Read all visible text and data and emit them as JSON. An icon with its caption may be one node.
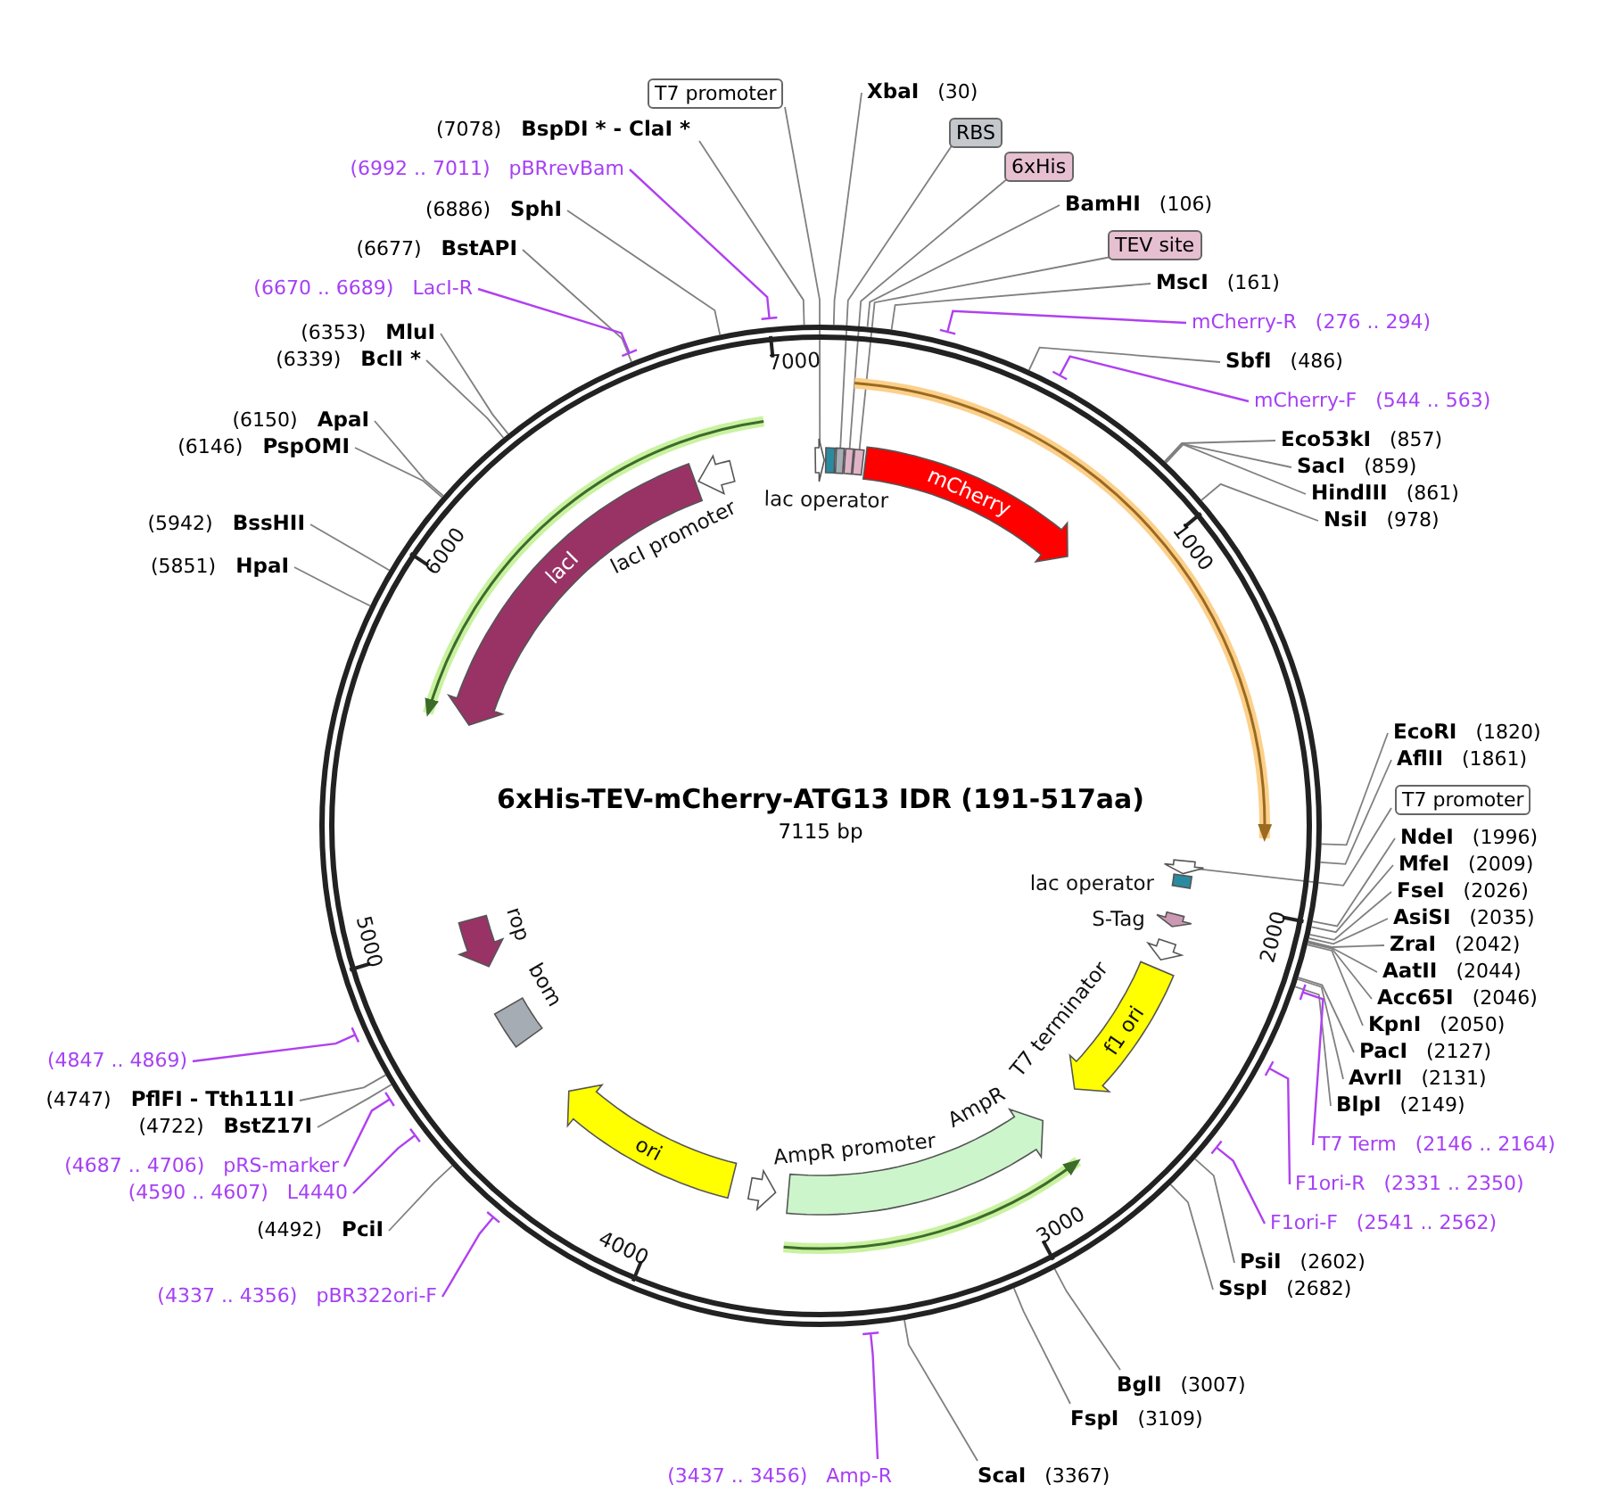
{
  "diagram": {
    "title": "6xHis-TEV-mCherry-ATG13 IDR (191-517aa)",
    "nodes": [
      {
        "text": [
          "T7 promoter"
        ]
      },
      {
        "text": [
          "(7078)",
          "BspDI * - ClaI *"
        ]
      },
      {
        "text": [
          "(6992 .. 7011)",
          "pBRrevBam"
        ]
      },
      {
        "text": [
          "(6886)",
          "SphI"
        ]
      },
      {
        "text": [
          "(6677)",
          "BstAPI"
        ]
      },
      {
        "text": [
          "(6670 .. 6689)",
          "LacI-R"
        ]
      },
      {
        "text": [
          "(6353)",
          "MluI"
        ]
      },
      {
        "text": [
          "(6339)",
          "BclI *"
        ]
      },
      {
        "text": [
          "(6150)",
          "ApaI"
        ]
      },
      {
        "text": [
          "(6146)",
          "PspOMI"
        ]
      },
      {
        "text": [
          "(5942)",
          "BssHII"
        ]
      },
      {
        "text": [
          "(5851)",
          "HpaI"
        ]
      },
      {
        "text": [
          "XbaI",
          "(30)"
        ]
      },
      {
        "text": [
          "RBS"
        ]
      },
      {
        "text": [
          "6xHis"
        ]
      },
      {
        "text": [
          "BamHI",
          "(106)"
        ]
      },
      {
        "text": [
          "TEV site"
        ]
      },
      {
        "text": [
          "MscI",
          "(161)"
        ]
      },
      {
        "text": [
          "mCherry-R",
          "(276 .. 294)"
        ]
      },
      {
        "text": [
          "SbfI",
          "(486)"
        ]
      },
      {
        "text": [
          "mCherry-F",
          "(544 .. 563)"
        ]
      },
      {
        "text": [
          "Eco53kI",
          "(857)"
        ]
      },
      {
        "text": [
          "SacI",
          "(859)"
        ]
      },
      {
        "text": [
          "HindIII",
          "(861)"
        ]
      },
      {
        "text": [
          "NsiI",
          "(978)"
        ]
      },
      {
        "text": [
          "EcoRI",
          "(1820)"
        ]
      },
      {
        "text": [
          "AflII",
          "(1861)"
        ]
      },
      {
        "text": [
          "T7 promoter"
        ]
      },
      {
        "text": [
          "NdeI",
          "(1996)"
        ]
      },
      {
        "text": [
          "MfeI",
          "(2009)"
        ]
      },
      {
        "text": [
          "FseI",
          "(2026)"
        ]
      },
      {
        "text": [
          "AsiSI",
          "(2035)"
        ]
      },
      {
        "text": [
          "ZraI",
          "(2042)"
        ]
      },
      {
        "text": [
          "AatII",
          "(2044)"
        ]
      },
      {
        "text": [
          "Acc65I",
          "(2046)"
        ]
      },
      {
        "text": [
          "KpnI",
          "(2050)"
        ]
      },
      {
        "text": [
          "PacI",
          "(2127)"
        ]
      },
      {
        "text": [
          "AvrII",
          "(2131)"
        ]
      },
      {
        "text": [
          "BlpI",
          "(2149)"
        ]
      },
      {
        "text": [
          "T7 Term",
          "(2146 .. 2164)"
        ]
      },
      {
        "text": [
          "F1ori-R",
          "(2331 .. 2350)"
        ]
      },
      {
        "text": [
          "F1ori-F",
          "(2541 .. 2562)"
        ]
      },
      {
        "text": [
          "PsiI",
          "(2602)"
        ]
      },
      {
        "text": [
          "SspI",
          "(2682)"
        ]
      },
      {
        "text": [
          "BglI",
          "(3007)"
        ]
      },
      {
        "text": [
          "FspI",
          "(3109)"
        ]
      },
      {
        "text": [
          "ScaI",
          "(3367)"
        ]
      },
      {
        "text": [
          "(3437 .. 3456)",
          "Amp-R"
        ]
      },
      {
        "text": [
          "(4337 .. 4356)",
          "pBR322ori-F"
        ]
      },
      {
        "text": [
          "(4492)",
          "PciI"
        ]
      },
      {
        "text": [
          "(4590 .. 4607)",
          "L4440"
        ]
      },
      {
        "text": [
          "(4687 .. 4706)",
          "pRS-marker"
        ]
      },
      {
        "text": [
          "(4722)",
          "BstZ17I"
        ]
      },
      {
        "text": [
          "(4747)",
          "PflFI - Tth111I"
        ]
      },
      {
        "text": [
          "(4847 .. 4869)"
        ]
      },
      {
        "text": [],
        "shape": "arrow"
      },
      {
        "text": [
          "lac operator"
        ]
      },
      {
        "text": [],
        "shape": "box"
      },
      {
        "text": [],
        "shape": "box"
      },
      {
        "text": [],
        "shape": "box"
      },
      {
        "text": [
          "mCherry"
        ]
      },
      {
        "text": [
          "lacI"
        ]
      },
      {
        "text": [
          "lacI promoter"
        ]
      },
      {
        "text": [],
        "shape": "arrow"
      },
      {
        "text": [
          "lac operator"
        ]
      },
      {
        "text": [
          "S-Tag"
        ]
      },
      {
        "text": [
          "T7 terminator"
        ]
      },
      {
        "text": [
          "f1 ori"
        ]
      },
      {
        "text": [
          "AmpR"
        ]
      },
      {
        "text": [
          "AmpR promoter"
        ]
      },
      {
        "text": [
          "ori"
        ]
      },
      {
        "text": [
          "bom"
        ]
      },
      {
        "text": [
          "rop"
        ]
      }
    ],
    "edges": [
      {
        "from": 0,
        "to": 55,
        "arrow": "none"
      },
      {
        "from": 1,
        "to": null,
        "arrow": "none"
      },
      {
        "from": 2,
        "to": null,
        "arrow": "none",
        "color": "#b040f0"
      },
      {
        "from": 3,
        "to": null,
        "arrow": "none"
      },
      {
        "from": 4,
        "to": null,
        "arrow": "none"
      },
      {
        "from": 5,
        "to": null,
        "arrow": "none",
        "color": "#b040f0"
      },
      {
        "from": 6,
        "to": null,
        "arrow": "none"
      },
      {
        "from": 7,
        "to": null,
        "arrow": "none"
      },
      {
        "from": 8,
        "to": null,
        "arrow": "none"
      },
      {
        "from": 9,
        "to": null,
        "arrow": "none"
      },
      {
        "from": 10,
        "to": null,
        "arrow": "none"
      },
      {
        "from": 11,
        "to": null,
        "arrow": "none"
      },
      {
        "from": 12,
        "to": null,
        "arrow": "none"
      },
      {
        "from": 13,
        "to": 57,
        "arrow": "none"
      },
      {
        "from": 14,
        "to": 58,
        "arrow": "none"
      },
      {
        "from": 15,
        "to": null,
        "arrow": "none"
      },
      {
        "from": 16,
        "to": 59,
        "arrow": "none"
      },
      {
        "from": 17,
        "to": null,
        "arrow": "none"
      },
      {
        "from": 18,
        "to": null,
        "arrow": "none",
        "color": "#b040f0"
      },
      {
        "from": 19,
        "to": null,
        "arrow": "none"
      },
      {
        "from": 20,
        "to": null,
        "arrow": "none",
        "color": "#b040f0"
      },
      {
        "from": 21,
        "to": null,
        "arrow": "none"
      },
      {
        "from": 22,
        "to": null,
        "arrow": "none"
      },
      {
        "from": 23,
        "to": null,
        "arrow": "none"
      },
      {
        "from": 24,
        "to": null,
        "arrow": "none"
      },
      {
        "from": 25,
        "to": null,
        "arrow": "none"
      },
      {
        "from": 26,
        "to": null,
        "arrow": "none"
      },
      {
        "from": 27,
        "to": 63,
        "arrow": "none"
      },
      {
        "from": 28,
        "to": null,
        "arrow": "none"
      },
      {
        "from": 29,
        "to": null,
        "arrow": "none"
      },
      {
        "from": 30,
        "to": null,
        "arrow": "none"
      },
      {
        "from": 31,
        "to": null,
        "arrow": "none"
      },
      {
        "from": 32,
        "to": null,
        "arrow": "none"
      },
      {
        "from": 33,
        "to": null,
        "arrow": "none"
      },
      {
        "from": 34,
        "to": null,
        "arrow": "none"
      },
      {
        "from": 35,
        "to": null,
        "arrow": "none"
      },
      {
        "from": 36,
        "to": null,
        "arrow": "none"
      },
      {
        "from": 37,
        "to": null,
        "arrow": "none"
      },
      {
        "from": 38,
        "to": null,
        "arrow": "none"
      },
      {
        "from": 39,
        "to": null,
        "arrow": "none",
        "color": "#b040f0"
      },
      {
        "from": 40,
        "to": null,
        "arrow": "none",
        "color": "#b040f0"
      },
      {
        "from": 41,
        "to": null,
        "arrow": "none",
        "color": "#b040f0"
      },
      {
        "from": 42,
        "to": null,
        "arrow": "none"
      },
      {
        "from": 43,
        "to": null,
        "arrow": "none"
      },
      {
        "from": 44,
        "to": null,
        "arrow": "none"
      },
      {
        "from": 45,
        "to": null,
        "arrow": "none"
      },
      {
        "from": 46,
        "to": null,
        "arrow": "none"
      },
      {
        "from": 47,
        "to": null,
        "arrow": "none",
        "color": "#b040f0"
      },
      {
        "from": 48,
        "to": null,
        "arrow": "none",
        "color": "#b040f0"
      },
      {
        "from": 49,
        "to": null,
        "arrow": "none"
      },
      {
        "from": 50,
        "to": null,
        "arrow": "none",
        "color": "#b040f0"
      },
      {
        "from": 51,
        "to": null,
        "arrow": "none",
        "color": "#b040f0"
      },
      {
        "from": 52,
        "to": null,
        "arrow": "none"
      },
      {
        "from": 53,
        "to": null,
        "arrow": "none"
      },
      {
        "from": 54,
        "to": null,
        "arrow": "none",
        "color": "#b040f0"
      }
    ],
    "labels": [
      "7115 bp",
      "1000",
      "2000",
      "3000",
      "4000",
      "5000",
      "6000",
      "7000"
    ]
  }
}
